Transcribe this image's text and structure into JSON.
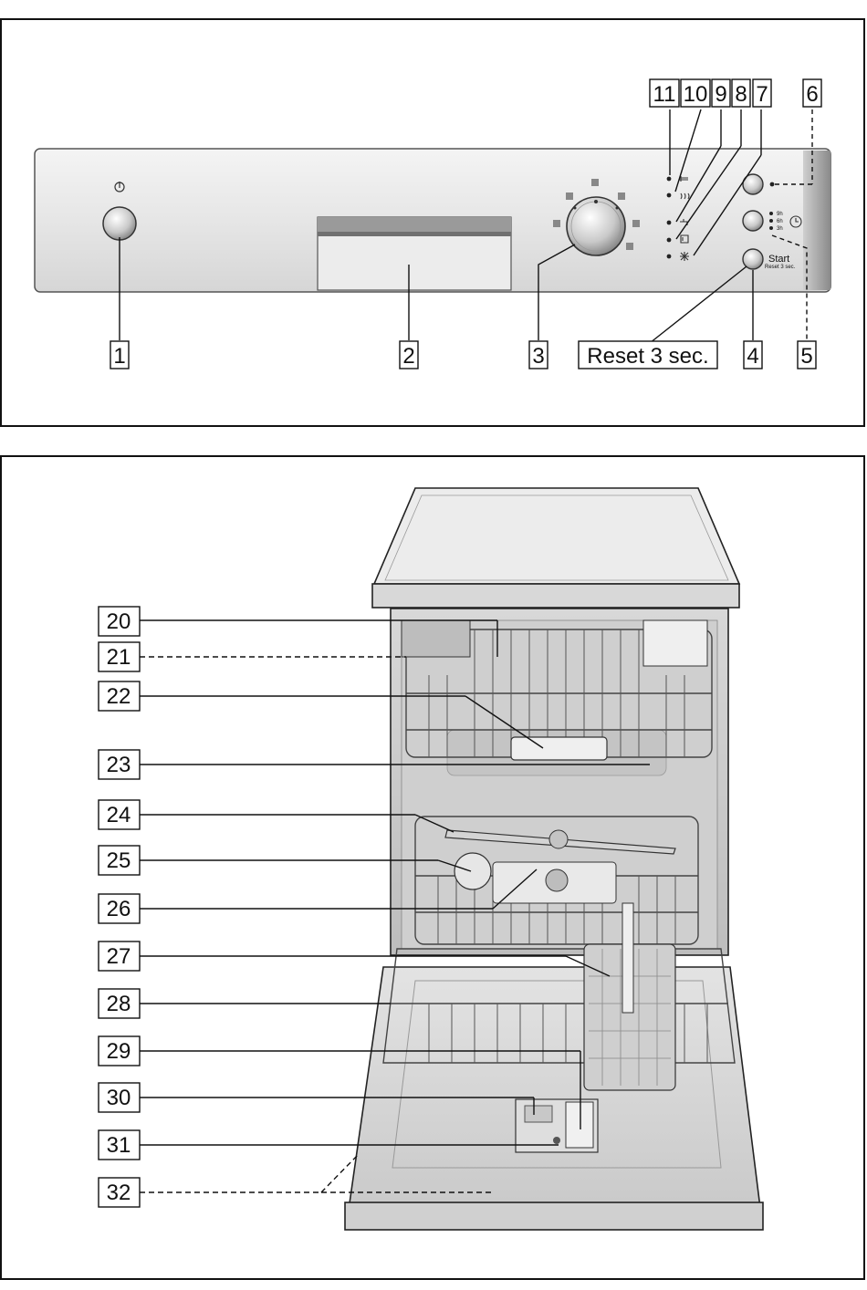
{
  "control_panel": {
    "callouts": [
      "1",
      "2",
      "3",
      "4",
      "5",
      "6",
      "7",
      "8",
      "9",
      "10",
      "11"
    ],
    "reset_label": "Reset 3 sec.",
    "start_button": {
      "label": "Start",
      "sublabel": "Reset 3 sec."
    },
    "timer_options": [
      "9h",
      "6h",
      "3h"
    ]
  },
  "interior": {
    "callouts": [
      "20",
      "21",
      "22",
      "23",
      "24",
      "25",
      "26",
      "27",
      "28",
      "29",
      "30",
      "31",
      "32"
    ]
  }
}
